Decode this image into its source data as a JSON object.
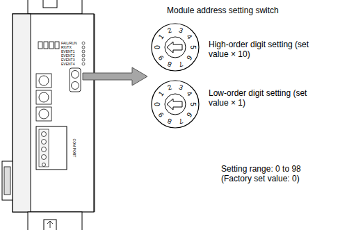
{
  "diagram": {
    "labels": [
      "Module address setting switch",
      "High-order digit setting (set value × 10)",
      "Low-order digit setting (set value × 1)",
      "Setting range: 0 to 98 (Factory set value: 0)",
      "FAIL/RUN",
      "RX/TX",
      "EVENT1",
      "EVENT2",
      "EVENT3",
      "EVENT4",
      "COM PORT",
      "0",
      "1",
      "2",
      "3",
      "4",
      "5",
      "6",
      "7",
      "8",
      "9",
      "0",
      "1",
      "2",
      "3",
      "4",
      "5",
      "6",
      "7",
      "8",
      "9"
    ]
  }
}
